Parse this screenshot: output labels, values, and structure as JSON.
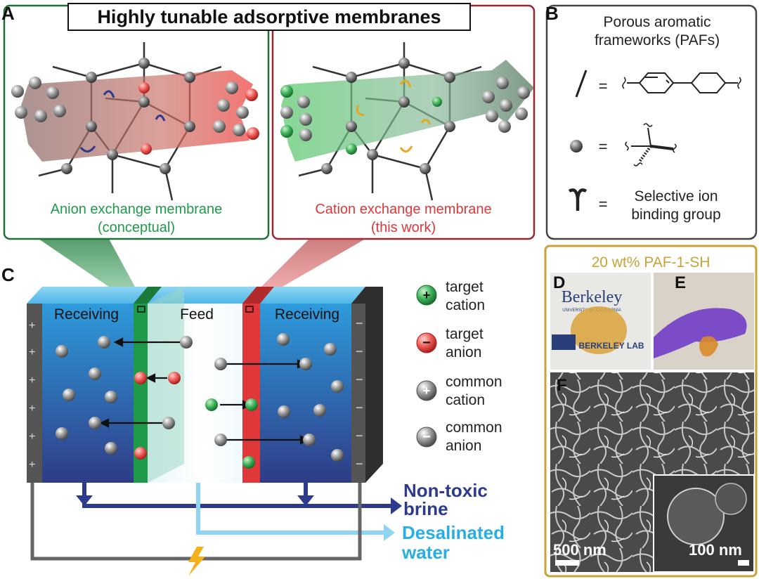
{
  "panel_labels": {
    "a": "A",
    "b": "B",
    "c": "C",
    "d": "D",
    "e": "E",
    "f": "F"
  },
  "title": "Highly tunable adsorptive membranes",
  "membranes": {
    "anion_line1": "Anion exchange membrane",
    "anion_line2": "(conceptual)",
    "cation_line1": "Cation exchange membrane",
    "cation_line2": "(this work)"
  },
  "legend_b": {
    "title_line1": "Porous aromatic",
    "title_line2": "frameworks (PAFs)",
    "equals": "=",
    "binding_line1": "Selective ion",
    "binding_line2": "binding group"
  },
  "device": {
    "receiving_left": "Receiving",
    "feed": "Feed",
    "receiving_right": "Receiving",
    "brine_line1": "Non-toxic",
    "brine_line2": "brine",
    "water_line1": "Desalinated",
    "water_line2": "water"
  },
  "ion_legend": {
    "target_cation_1": "target",
    "target_cation_2": "cation",
    "target_anion_1": "target",
    "target_anion_2": "anion",
    "common_cation_1": "common",
    "common_cation_2": "cation",
    "common_anion_1": "common",
    "common_anion_2": "anion"
  },
  "photos": {
    "header": "20 wt% PAF-1-SH",
    "berkeley": "Berkeley",
    "university": "UNIVERSITY OF CALIFORNIA",
    "lab": "BERKELEY LAB",
    "scale_main": "500 nm",
    "scale_inset": "100 nm"
  },
  "colors": {
    "anion_green": "#1f9a4a",
    "cation_red": "#e0373a",
    "brine_navy": "#2e3a8c",
    "water_cyan": "#29aee3",
    "gold_border": "#c8a23a"
  }
}
